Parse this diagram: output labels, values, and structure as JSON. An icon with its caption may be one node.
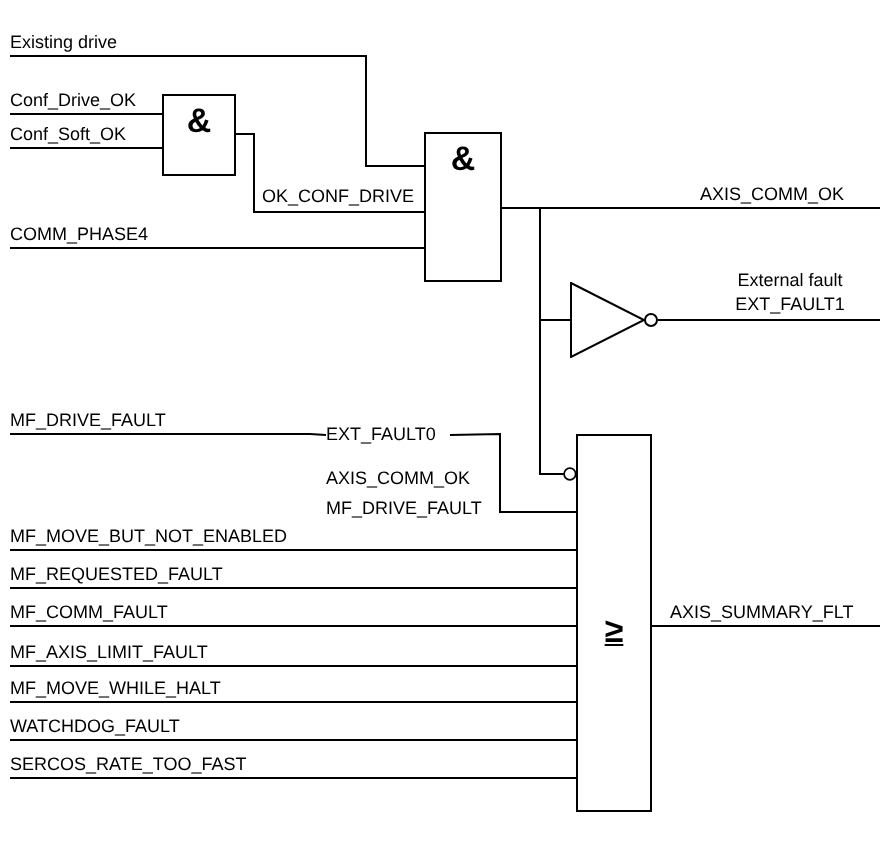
{
  "diagram": {
    "nodes": [
      {
        "text": [
          "Existing drive"
        ]
      },
      {
        "text": [
          "Conf_Drive_OK"
        ]
      },
      {
        "text": [
          "Conf_Soft_OK"
        ]
      },
      {
        "text": [
          "&"
        ]
      },
      {
        "text": [
          "COMM_PHASE4"
        ]
      },
      {
        "text": [
          "&"
        ]
      },
      {
        "text": [
          "AXIS_COMM_OK"
        ]
      },
      {
        "text": [],
        "shape": "triangle"
      },
      {
        "text": [
          "External fault",
          "EXT_FAULT1"
        ]
      },
      {
        "text": [
          "MF_DRIVE_FAULT"
        ]
      },
      {
        "text": [
          "EXT_FAULT0"
        ]
      },
      {
        "text": [
          "≥"
        ]
      },
      {
        "text": [
          "MF_MOVE_BUT_NOT_ENABLED"
        ]
      },
      {
        "text": [
          "MF_REQUESTED_FAULT"
        ]
      },
      {
        "text": [
          "MF_COMM_FAULT"
        ]
      },
      {
        "text": [
          "MF_AXIS_LIMIT_FAULT"
        ]
      },
      {
        "text": [
          "MF_MOVE_WHILE_HALT"
        ]
      },
      {
        "text": [
          "WATCHDOG_FAULT"
        ]
      },
      {
        "text": [
          "SERCOS_RATE_TOO_FAST"
        ]
      },
      {
        "text": [
          "AXIS_SUMMARY_FLT"
        ]
      }
    ],
    "edges": [
      {
        "from": 0,
        "to": 5,
        "arrow": "none"
      },
      {
        "from": 1,
        "to": 3,
        "arrow": "none"
      },
      {
        "from": 2,
        "to": 3,
        "arrow": "none"
      },
      {
        "from": 3,
        "to": 5,
        "arrow": "none",
        "label": "OK_CONF_DRIVE"
      },
      {
        "from": 4,
        "to": 5,
        "arrow": "none"
      },
      {
        "from": 5,
        "to": 6,
        "arrow": "none"
      },
      {
        "from": 5,
        "to": 7,
        "arrow": "none"
      },
      {
        "from": 7,
        "to": 8,
        "arrow": "none"
      },
      {
        "from": 5,
        "to": 11,
        "arrow": "other"
      },
      {
        "from": 9,
        "to": 10,
        "arrow": "none"
      },
      {
        "from": 10,
        "to": 11,
        "arrow": "none"
      },
      {
        "from": 12,
        "to": 11,
        "arrow": "none"
      },
      {
        "from": 13,
        "to": 11,
        "arrow": "none"
      },
      {
        "from": 14,
        "to": 11,
        "arrow": "none"
      },
      {
        "from": 15,
        "to": 11,
        "arrow": "none"
      },
      {
        "from": 16,
        "to": 11,
        "arrow": "none"
      },
      {
        "from": 17,
        "to": 11,
        "arrow": "none"
      },
      {
        "from": 18,
        "to": 11,
        "arrow": "none"
      },
      {
        "from": 11,
        "to": 19,
        "arrow": "none"
      }
    ],
    "labels": [
      "AXIS_COMM_OK",
      "MF_DRIVE_FAULT"
    ]
  }
}
